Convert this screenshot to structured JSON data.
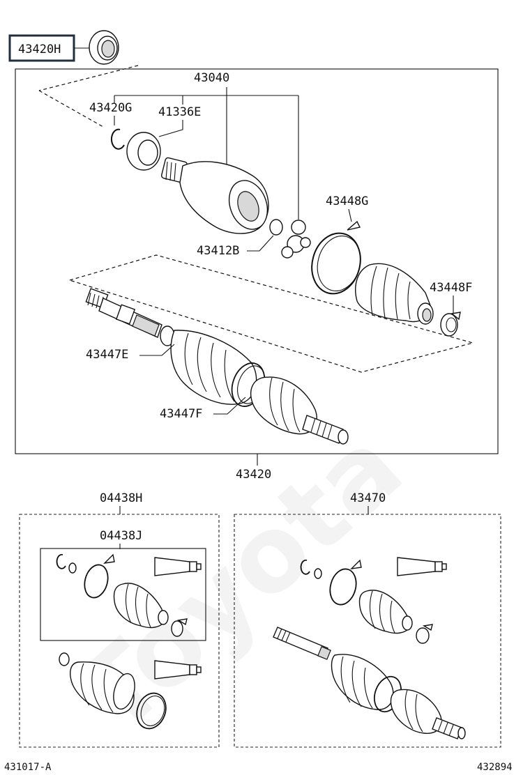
{
  "watermark": "Toyota",
  "labels": {
    "p43420h": "43420H",
    "p43040": "43040",
    "p43420g": "43420G",
    "p41336e": "41336E",
    "p43448g": "43448G",
    "p43412b": "43412B",
    "p43448f": "43448F",
    "p43447e": "43447E",
    "p43447f": "43447F",
    "p43420": "43420",
    "p04438h": "04438H",
    "p04438j": "04438J",
    "p43470": "43470"
  },
  "footer": {
    "left_code": "431017-A",
    "right_code": "432894"
  },
  "colors": {
    "highlight_border": "#1f2f40",
    "ink": "#111111"
  }
}
